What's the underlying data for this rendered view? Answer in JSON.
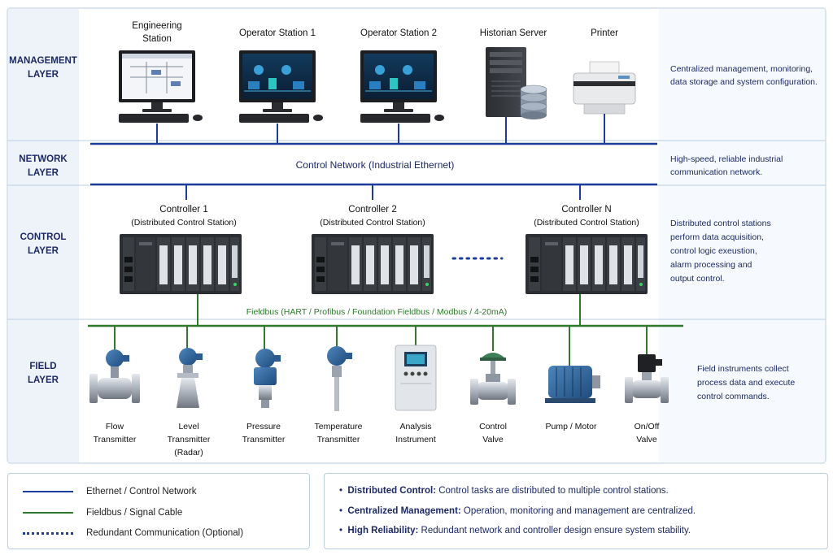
{
  "layers": {
    "management": {
      "name_line1": "MANAGEMENT",
      "name_line2": "LAYER",
      "desc": [
        "Centralized management, monitoring,",
        "data storage and system configuration."
      ]
    },
    "network": {
      "name_line1": "NETWORK",
      "name_line2": "LAYER",
      "desc": [
        "High-speed, reliable industrial",
        "communication network."
      ]
    },
    "control": {
      "name_line1": "CONTROL",
      "name_line2": "LAYER",
      "desc": [
        "Distributed control stations",
        "perform data acquisition,",
        "control logic exeustion,",
        "alarm processing and",
        "output control."
      ]
    },
    "field": {
      "name_line1": "FIELD",
      "name_line2": "LAYER",
      "desc": [
        "Field instruments collect",
        "process data and execute",
        "control commands."
      ]
    }
  },
  "management_devices": [
    {
      "label": [
        "Engineering",
        "Station"
      ]
    },
    {
      "label": [
        "Operator Station 1"
      ]
    },
    {
      "label": [
        "Operator Station 2"
      ]
    },
    {
      "label": [
        "Historian Server"
      ]
    },
    {
      "label": [
        "Printer"
      ]
    }
  ],
  "network_label": "Control Network (Industrial Ethernet)",
  "controllers": [
    {
      "title": "Controller 1",
      "subtitle": "(Distributed Control Station)"
    },
    {
      "title": "Controller 2",
      "subtitle": "(Distributed Control Station)"
    },
    {
      "title": "Controller N",
      "subtitle": "(Distributed Control Station)"
    }
  ],
  "fieldbus_label": "Fieldbus (HART / Profibus / Foundation Fieldbus / Modbus / 4-20mA)",
  "field_devices": [
    {
      "label": [
        "Flow",
        "Transmitter"
      ]
    },
    {
      "label": [
        "Level",
        "Transmitter",
        "(Radar)"
      ]
    },
    {
      "label": [
        "Pressure",
        "Transmitter"
      ]
    },
    {
      "label": [
        "Temperature",
        "Transmitter"
      ]
    },
    {
      "label": [
        "Analysis",
        "Instrument"
      ]
    },
    {
      "label": [
        "Control",
        "Valve"
      ]
    },
    {
      "label": [
        "Pump / Motor"
      ]
    },
    {
      "label": [
        "On/Off",
        "Valve"
      ]
    }
  ],
  "legend": {
    "ethernet": "Ethernet / Control Network",
    "fieldbus": "Fieldbus / Signal Cable",
    "redundant": "Redundant Communication (Optional)"
  },
  "notes": [
    {
      "title": "Distributed Control:",
      "text": " Control tasks are distributed to multiple control stations."
    },
    {
      "title": "Centralized Management:",
      "text": " Operation, monitoring and management are centralized."
    },
    {
      "title": "High Reliability:",
      "text": " Redundant network and controller design ensure system stability."
    }
  ],
  "colors": {
    "ethernet": "#1e3c9a",
    "fieldbus": "#2f7a2c",
    "layer_text": "#1c2a66",
    "fieldbus_text": "#2f7a2c",
    "band": "#eef3fa",
    "border": "#b9cde3"
  }
}
